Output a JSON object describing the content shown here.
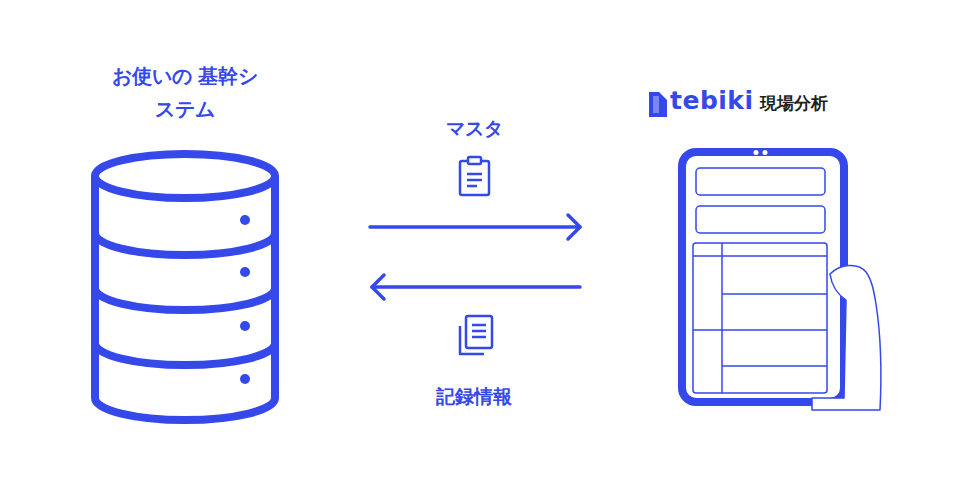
{
  "diagram": {
    "nodes": [
      {
        "text": [
          "お使いの 基幹システム"
        ]
      },
      {
        "text": [
          "tebiki",
          "現場分析"
        ]
      }
    ],
    "edges": [
      {
        "from": 0,
        "to": 1,
        "arrow": "to",
        "label": "マスタ"
      },
      {
        "from": 1,
        "to": 0,
        "arrow": "to",
        "label": "記録情報"
      }
    ]
  }
}
